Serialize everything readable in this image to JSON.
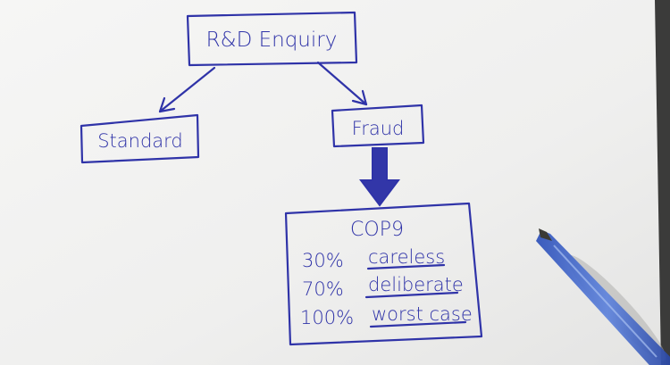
{
  "diagram": {
    "root": {
      "label": "R&D Enquiry"
    },
    "left_child": {
      "label": "Standard"
    },
    "right_child": {
      "label": "Fraud"
    },
    "outcome": {
      "title": "COP9",
      "lines": [
        {
          "percent": "30%",
          "label": "careless"
        },
        {
          "percent": "70%",
          "label": "deliberate"
        },
        {
          "percent": "100%",
          "label": "worst case"
        }
      ]
    }
  },
  "colors": {
    "ink": "#2f33a8",
    "paper": "#f4f4f3",
    "pen": "#3a5cc4",
    "desk": "#3b3b3a"
  }
}
